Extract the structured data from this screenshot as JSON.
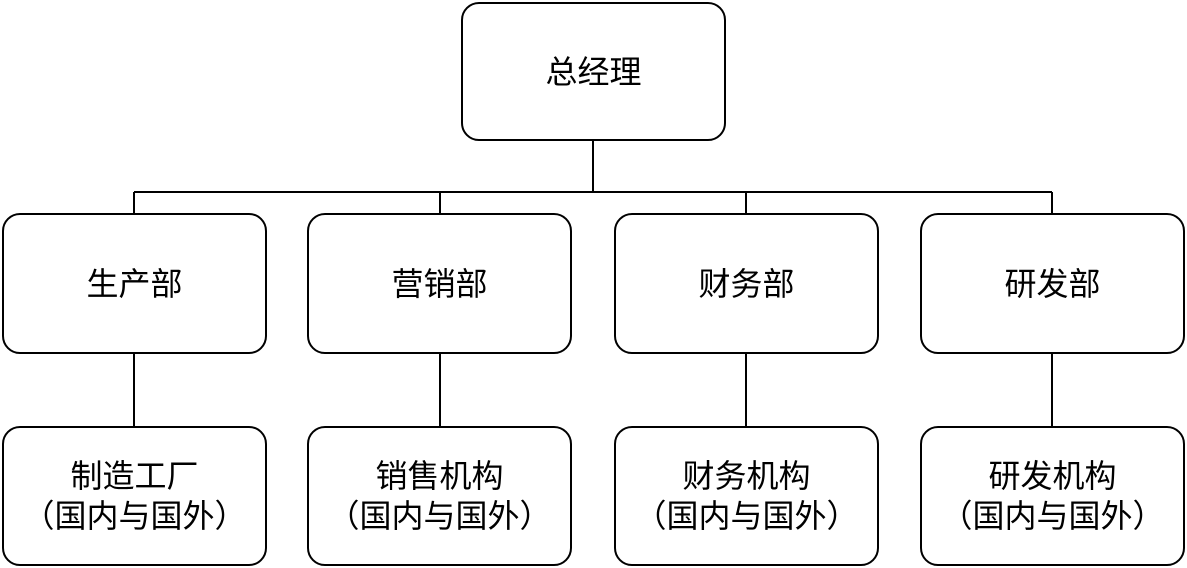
{
  "diagram": {
    "root": {
      "label": "总经理"
    },
    "departments": [
      {
        "label": "生产部",
        "sub": {
          "line1": "制造工厂",
          "line2": "（国内与国外）"
        }
      },
      {
        "label": "营销部",
        "sub": {
          "line1": "销售机构",
          "line2": "（国内与国外）"
        }
      },
      {
        "label": "财务部",
        "sub": {
          "line1": "财务机构",
          "line2": "（国内与国外）"
        }
      },
      {
        "label": "研发部",
        "sub": {
          "line1": "研发机构",
          "line2": "（国内与国外）"
        }
      }
    ]
  },
  "colors": {
    "stroke": "#000000",
    "background": "#ffffff"
  }
}
